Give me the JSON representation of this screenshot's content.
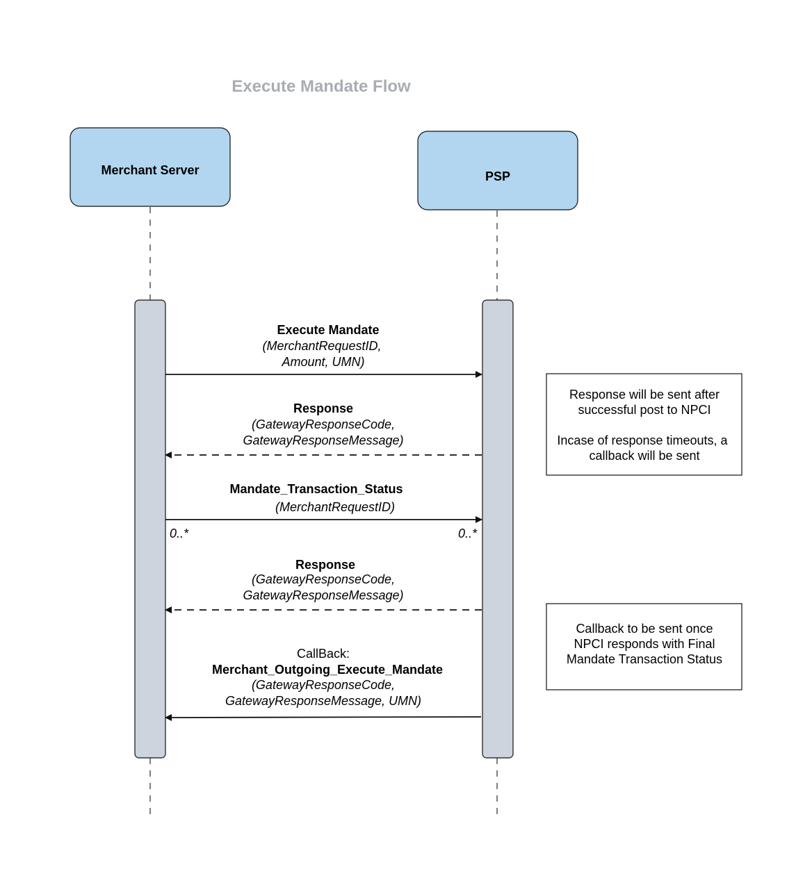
{
  "title": "Execute Mandate Flow",
  "colors": {
    "title": "#a9adb3",
    "actor_fill": "#b2d6f0",
    "activation_fill": "#cdd4dd",
    "stroke": "#111111",
    "lifeline": "#555555"
  },
  "actors": {
    "merchant": "Merchant Server",
    "psp": "PSP"
  },
  "messages": {
    "m1": {
      "name": "Execute Mandate",
      "params_line1": "(MerchantRequestID,",
      "params_line2": "Amount, UMN)"
    },
    "m2": {
      "name": "Response",
      "params_line1": "(GatewayResponseCode,",
      "params_line2": "GatewayResponseMessage)"
    },
    "m3": {
      "name": "Mandate_Transaction_Status",
      "params_line1": "(MerchantRequestID)",
      "mult_left": "0..*",
      "mult_right": "0..*"
    },
    "m4": {
      "name": "Response",
      "params_line1": "(GatewayResponseCode,",
      "params_line2": "GatewayResponseMessage)"
    },
    "m5": {
      "prefix": "CallBack:",
      "name": "Merchant_Outgoing_Execute_Mandate",
      "params_line1": "(GatewayResponseCode,",
      "params_line2": "GatewayResponseMessage, UMN)"
    }
  },
  "notes": {
    "note1": {
      "line1": "Response will be sent after",
      "line2": "successful post to NPCI",
      "line3": "Incase of response timeouts, a",
      "line4": "callback will be sent"
    },
    "note2": {
      "line1": "Callback to be sent once",
      "line2": "NPCI responds with Final",
      "line3": "Mandate Transaction Status"
    }
  }
}
